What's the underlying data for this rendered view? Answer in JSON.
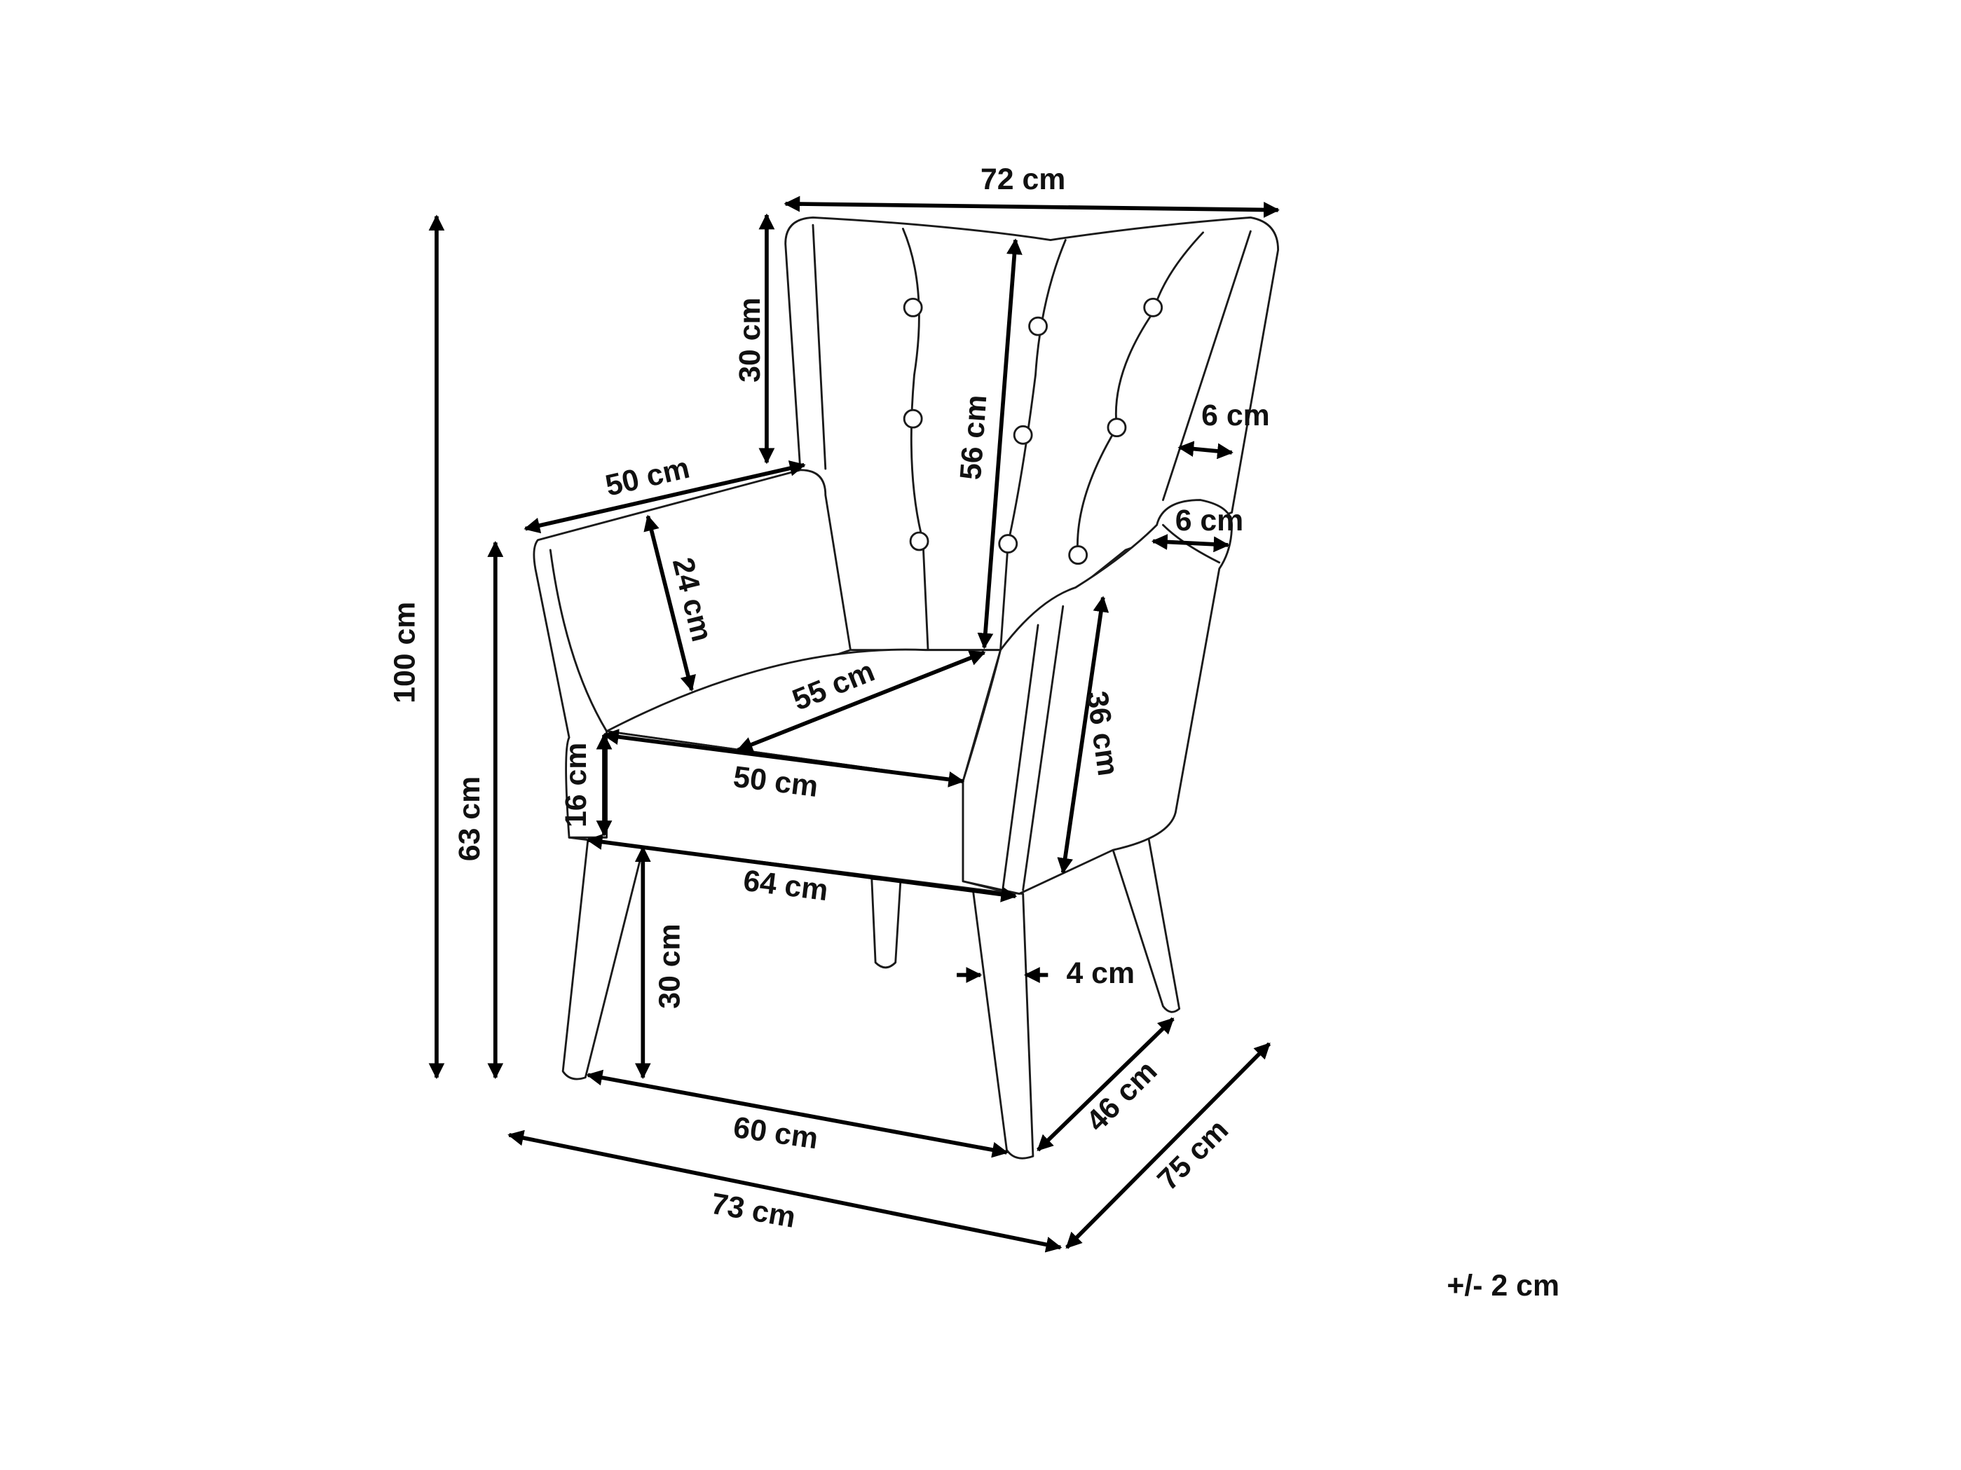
{
  "dimensions": {
    "back_width": "72 cm",
    "wing_height": "30 cm",
    "back_height": "56 cm",
    "wing_thickness": "6 cm",
    "arm_thickness": "6 cm",
    "arm_depth": "50 cm",
    "arm_height_inner": "24 cm",
    "seat_depth": "55 cm",
    "seat_width": "50 cm",
    "cushion_height": "16 cm",
    "total_height": "100 cm",
    "arm_height": "63 cm",
    "arm_front_height": "36 cm",
    "front_width": "64 cm",
    "leg_height": "30 cm",
    "leg_width": "4 cm",
    "leg_depth": "46 cm",
    "leg_span": "60 cm",
    "total_width": "73 cm",
    "total_depth": "75 cm"
  },
  "tolerance": "+/- 2 cm"
}
